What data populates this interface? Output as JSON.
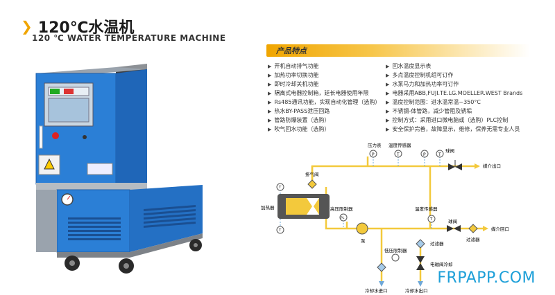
{
  "title": {
    "text": "120℃水温机"
  },
  "subtitle": {
    "text": "120 ℃ WATER TEMPERATURE MACHINE"
  },
  "features": {
    "heading": "产品特点",
    "left": [
      "开机自动排气功能",
      "加热功率切换功能",
      "即时冷却关机功能",
      "隔离式电器控制箱，延长电器使用年限",
      "Rs485通讯功能，实现自动化管理（选购）",
      "热水BY-PASS泄压回路",
      "管路防爆装置（选购）",
      "吹气回水功能（选购）"
    ],
    "right": [
      "回水温度显示表",
      "多点温度控制机组可订作",
      "水泵马力和加热功率可订作",
      "电器采用ABB,FUJI.TE.LG.MOELLER.WEST Brands",
      "温度控制范围：进水温常温~350°C",
      "不锈钢-体管路，减少管阻及锈垢",
      "控制方式：采用进口微电脑或（选购）PLC控制",
      "安全保护完善，故障显示，维修，保养无需专业人员"
    ]
  },
  "diagram": {
    "labels": {
      "pressure_gauge": "压力表",
      "temp_sensor_top": "温度传感器",
      "ball_valve_top": "球阀",
      "medium_out": "媒介出口",
      "exhaust_valve": "排气阀",
      "heater": "加热器",
      "high_pressure_limiter": "高压限制器",
      "temp_sensor_mid": "温度传感器",
      "ball_valve_mid": "球阀",
      "filter_right": "过滤器",
      "medium_return": "媒介回口",
      "pump": "泵",
      "low_pressure_limiter": "低压限制器",
      "filter_mid": "过滤器",
      "solenoid_cooling": "电磁阀冷却",
      "cooling_in": "冷却水进口",
      "cooling_out": "冷却水出口",
      "sym_t": "T",
      "sym_p": "P",
      "sym_pl": "PL"
    }
  },
  "watermark": {
    "text": "FRPAPP.COM"
  },
  "colors": {
    "accent": "#f0a500",
    "machine_blue": "#2b7fd6",
    "pipe_yellow": "#f3c93c",
    "watermark": "#1c9fd8"
  }
}
